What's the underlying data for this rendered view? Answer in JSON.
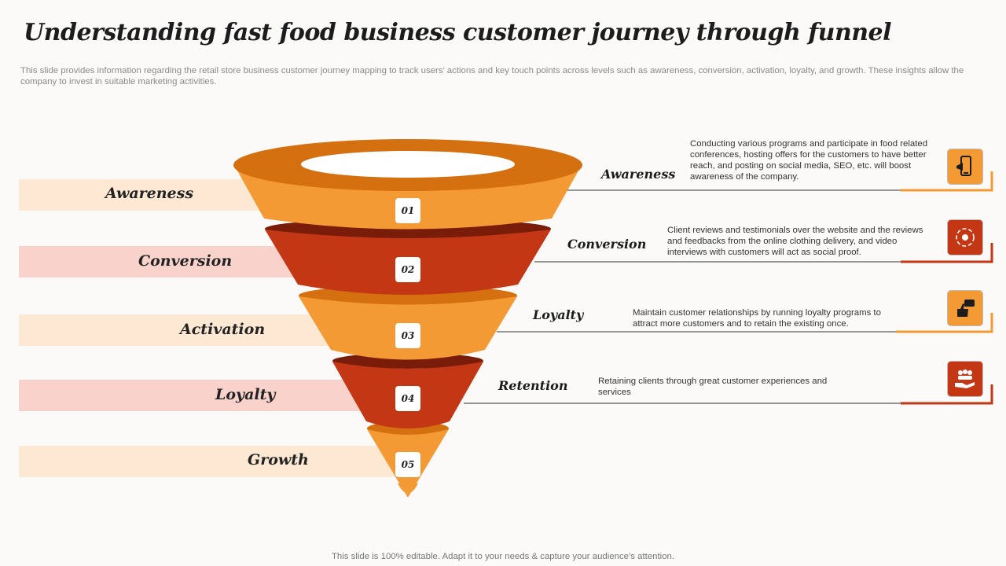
{
  "title": "Understanding fast food business customer journey through funnel",
  "subtitle": "This slide provides information regarding the retail store business customer journey mapping to track users’ actions and key touch points across levels such as awareness, conversion, activation, loyalty,  and growth. These insights allow the company to invest in suitable marketing activities.",
  "left_labels": [
    "Awareness",
    "Conversion",
    "Activation",
    "Loyalty",
    "Growth"
  ],
  "numbers": [
    "01",
    "02",
    "03",
    "04",
    "05"
  ],
  "right_items": [
    {
      "label": "Awareness",
      "text": "Conducting various programs and participate in food related conferences, hosting offers for the customers to have better reach, and posting on social media, SEO, etc. will boost awareness of the company.",
      "icon": "mobile-megaphone-icon"
    },
    {
      "label": "Conversion",
      "text": "Client reviews and testimonials over the website and the reviews and feedbacks from the online clothing delivery, and video interviews with customers will act as social proof.",
      "icon": "conversion-cycle-icon"
    },
    {
      "label": "Loyalty",
      "text": "Maintain customer relationships by running loyalty programs to attract more customers and to retain the existing once.",
      "icon": "thumbs-up-chat-icon"
    },
    {
      "label": "Retention",
      "text": "Retaining clients through great customer experiences and services",
      "icon": "hand-people-icon"
    }
  ],
  "footer": "This slide is 100% editable. Adapt it to your needs & capture your audience’s attention.",
  "colors": {
    "orange": "#f39a35",
    "orange_dark": "#d4700f",
    "red": "#c43714",
    "red_dark": "#7a1c0a",
    "band_light": "#fde8d4",
    "band_pink": "#f9d3cb"
  }
}
